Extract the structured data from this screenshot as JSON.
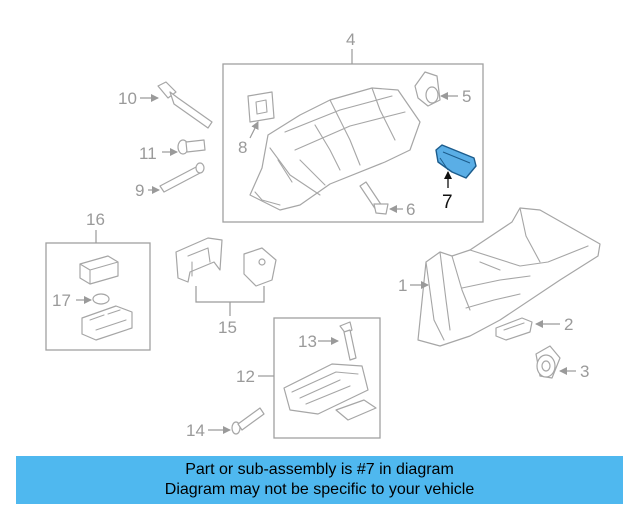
{
  "diagram": {
    "callouts": {
      "c1": "1",
      "c2": "2",
      "c3": "3",
      "c4": "4",
      "c5": "5",
      "c6": "6",
      "c7": "7",
      "c8": "8",
      "c9": "9",
      "c10": "10",
      "c11": "11",
      "c12": "12",
      "c13": "13",
      "c14": "14",
      "c15": "15",
      "c16": "16",
      "c17": "17"
    },
    "highlighted_part": "7",
    "colors": {
      "highlight_fill": "#5aaee6",
      "highlight_stroke": "#1c5c8c",
      "line_gray": "#a6a6a6",
      "banner_bg": "#4fb8ef"
    }
  },
  "banner": {
    "line1": "Part or sub-assembly is #7 in diagram",
    "line2": "Diagram may not be specific to your vehicle"
  }
}
